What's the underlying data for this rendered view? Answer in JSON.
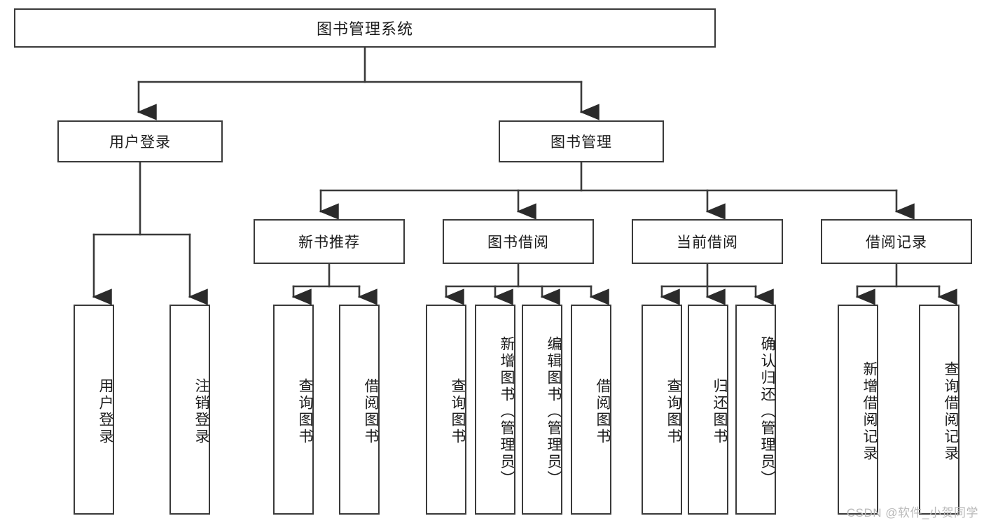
{
  "diagram": {
    "title": "图书管理系统",
    "type": "hierarchy-tree",
    "colors": {
      "stroke": "#3a3a3a",
      "fill": "#ffffff",
      "text": "#1b1b1b",
      "watermark": "#b9b9b9"
    },
    "levels": {
      "root": {
        "label": "图书管理系统"
      },
      "level1": [
        {
          "label": "用户登录"
        },
        {
          "label": "图书管理"
        }
      ],
      "level2": [
        {
          "label": "新书推荐"
        },
        {
          "label": "图书借阅"
        },
        {
          "label": "当前借阅"
        },
        {
          "label": "借阅记录"
        }
      ],
      "leaves": {
        "user_login": [
          {
            "label": "用户登录"
          },
          {
            "label": "注销登录"
          }
        ],
        "new_book_recommend": [
          {
            "label": "查询图书"
          },
          {
            "label": "借阅图书"
          }
        ],
        "book_borrow": [
          {
            "label": "查询图书"
          },
          {
            "label": "新增图书（管理员）"
          },
          {
            "label": "编辑图书（管理员）"
          },
          {
            "label": "借阅图书"
          }
        ],
        "current_borrow": [
          {
            "label": "查询图书"
          },
          {
            "label": "归还图书"
          },
          {
            "label": "确认归还（管理员）"
          }
        ],
        "borrow_record": [
          {
            "label": "新增借阅记录"
          },
          {
            "label": "查询借阅记录"
          }
        ]
      }
    },
    "watermark": "CSDN @软件_小贺同学"
  }
}
